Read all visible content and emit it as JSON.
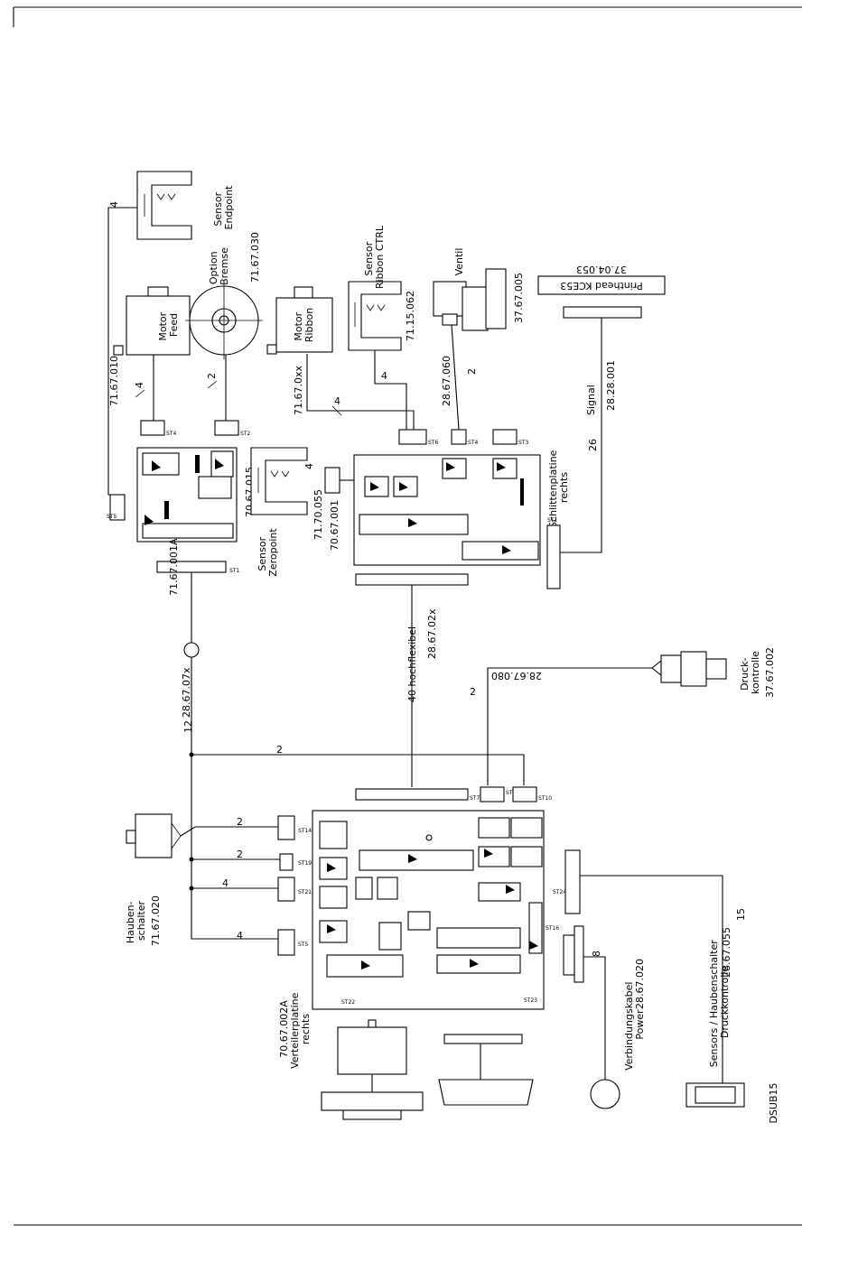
{
  "components": {
    "sensor_endpoint": [
      "Sensor",
      "Endpoint"
    ],
    "option_bremse": [
      "Option",
      "Bremse"
    ],
    "bremse_number": "71.67.030",
    "motor_feed": [
      "Motor",
      "Feed"
    ],
    "motor_feed_number": "71.67.001A",
    "motor_ribbon": [
      "Motor",
      "Ribbon"
    ],
    "motor_ribbon_number": "71.67.0xx",
    "sensor_ribbon": [
      "Sensor",
      "Ribbon CTRL"
    ],
    "sensor_ribbon_number": "71.15.062",
    "ventil": "Ventil",
    "ventil_number": "37.67.005",
    "printhead": "Printhead KCE53",
    "printhead_number": "37.04.053",
    "sensor_zeropoint": [
      "Sensor",
      "Zeropoint"
    ],
    "sensor_zeropoint_number": "71.70.055",
    "board_small_number": "70.67.015",
    "schlittenplatine_number": "70.67.001",
    "schlittenplatine": [
      "Schlittenplatine",
      "rechts"
    ],
    "druckkontrolle": [
      "Druck-",
      "kontrolle"
    ],
    "druckkontrolle_number": "37.67.002",
    "haubenschalter": [
      "Hauben-",
      "schalter"
    ],
    "haubenschalter_number": "71.67.020",
    "verteilerplatine_number": "70.67.002A",
    "verteilerplatine": [
      "Verteilerplatine",
      "rechts"
    ],
    "verbindungskabel": [
      "Verbindungskabel",
      "Power"
    ],
    "verbindungskabel_number": "28.67.020",
    "sensors_cable": [
      "Sensors / Haubenschalter",
      "Druckkontrolle"
    ],
    "sensors_cable_number": "28.67.055",
    "dsub": "DSUB15"
  },
  "cables": {
    "c_71_67_010": "71.67.010",
    "c_28_67_060": "28.67.060",
    "c_28_28_001": "28.28.001",
    "signal": "Signal",
    "c_28_67_07x": "28.67.07x",
    "hochflexibel": "40 hochflexibel",
    "c_28_67_02x": "28.67.02x",
    "c_28_67_080": "28.67.080"
  },
  "wire_counts": {
    "n4": "4",
    "n2": "2",
    "n26": "26",
    "n12": "12",
    "n15": "15",
    "n8": "8"
  },
  "connectors": {
    "st1": "ST1",
    "st2": "ST2",
    "st3": "ST3",
    "st4": "ST4",
    "st5": "ST5",
    "st6": "ST6",
    "st7": "ST7",
    "st10": "ST10",
    "st12": "ST12",
    "st14": "ST14",
    "st16": "ST16",
    "st19": "ST19",
    "st21": "ST21",
    "st22": "ST22",
    "st23": "ST23",
    "st24": "ST24"
  }
}
